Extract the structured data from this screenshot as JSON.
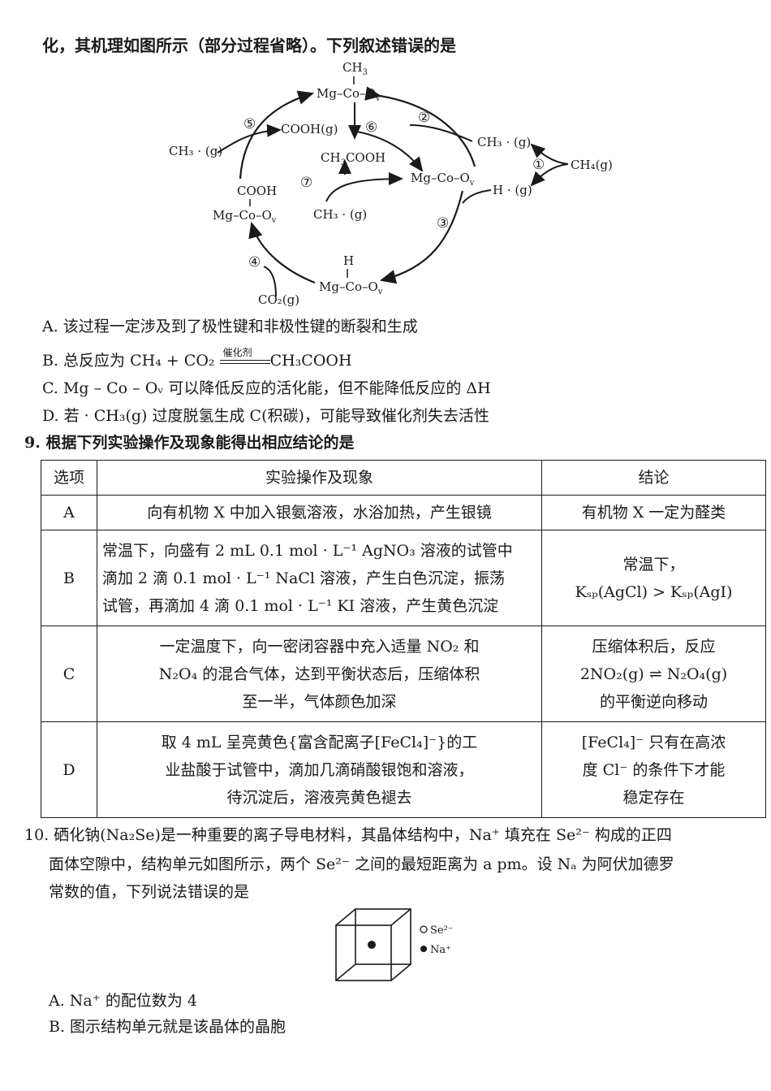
{
  "intro_line": "化，其机理如图所示（部分过程省略）。下列叙述错误的是",
  "diagram": {
    "ch3_top": "CH",
    "ch3_top_sub": "3",
    "mgcoo_label": "Mg–Co–O",
    "mgcoo_sub": "v",
    "cooh_g": "COOH(g)",
    "ch3cooh": "CH",
    "ch3cooh_sub": "3",
    "ch3cooh_tail": "COOH",
    "ch3_g_left": "CH₃ · (g)",
    "ch3_g_mid": "CH₃ · (g)",
    "ch3_g_right": "CH₃ · (g)",
    "h_g": "H · (g)",
    "ch4_g": "CH₄(g)",
    "cooh": "COOH",
    "h": "H",
    "co2_g": "CO₂(g)",
    "step1": "①",
    "step2": "②",
    "step3": "③",
    "step4": "④",
    "step5": "⑤",
    "step6": "⑥",
    "step7": "⑦"
  },
  "options8": {
    "a": "A. 该过程一定涉及到了极性键和非极性键的断裂和生成",
    "b_pre": "B. 总反应为 CH₄ + CO₂ ",
    "b_cat": "催化剂",
    "b_post": "CH₃COOH",
    "c": "C. Mg – Co – Oᵥ 可以降低反应的活化能，但不能降低反应的 ΔH",
    "d": "D. 若 · CH₃(g) 过度脱氢生成 C(积碳)，可能导致催化剂失去活性"
  },
  "q9": {
    "stem": "9. 根据下列实验操作及现象能得出相应结论的是",
    "headers": [
      "选项",
      "实验操作及现象",
      "结论"
    ],
    "rows": [
      {
        "opt": "A",
        "op": [
          "向有机物 X 中加入银氨溶液，水浴加热，产生银镜"
        ],
        "con": [
          "有机物 X 一定为醛类"
        ]
      },
      {
        "opt": "B",
        "op": [
          "常温下，向盛有 2 mL 0.1 mol · L⁻¹ AgNO₃ 溶液的试管中",
          "滴加 2 滴 0.1 mol · L⁻¹ NaCl 溶液，产生白色沉淀，振荡",
          "试管，再滴加 4 滴 0.1 mol · L⁻¹ KI 溶液，产生黄色沉淀"
        ],
        "con": [
          "常温下，",
          "Kₛₚ(AgCl) > Kₛₚ(AgI)"
        ]
      },
      {
        "opt": "C",
        "op": [
          "一定温度下，向一密闭容器中充入适量 NO₂ 和",
          "N₂O₄ 的混合气体，达到平衡状态后，压缩体积",
          "至一半，气体颜色加深"
        ],
        "con": [
          "压缩体积后，反应",
          "2NO₂(g) ⇌ N₂O₄(g)",
          "的平衡逆向移动"
        ]
      },
      {
        "opt": "D",
        "op": [
          "取 4 mL 呈亮黄色{富含配离子[FeCl₄]⁻}的工",
          "业盐酸于试管中，滴加几滴硝酸银饱和溶液，",
          "待沉淀后，溶液亮黄色褪去"
        ],
        "con": [
          "[FeCl₄]⁻ 只有在高浓",
          "度 Cl⁻ 的条件下才能",
          "稳定存在"
        ]
      }
    ]
  },
  "q10": {
    "line1": "10. 硒化钠(Na₂Se)是一种重要的离子导电材料，其晶体结构中，Na⁺ 填充在 Se²⁻ 构成的正四",
    "line2": "面体空隙中，结构单元如图所示，两个 Se²⁻ 之间的最短距离为 a pm。设 Nₐ 为阿伏加德罗",
    "line3": "常数的值，下列说法错误的是",
    "legend_se": "Se²⁻",
    "legend_na": "Na⁺",
    "a": "A. Na⁺ 的配位数为 4",
    "b": "B. 图示结构单元就是该晶体的晶胞"
  }
}
